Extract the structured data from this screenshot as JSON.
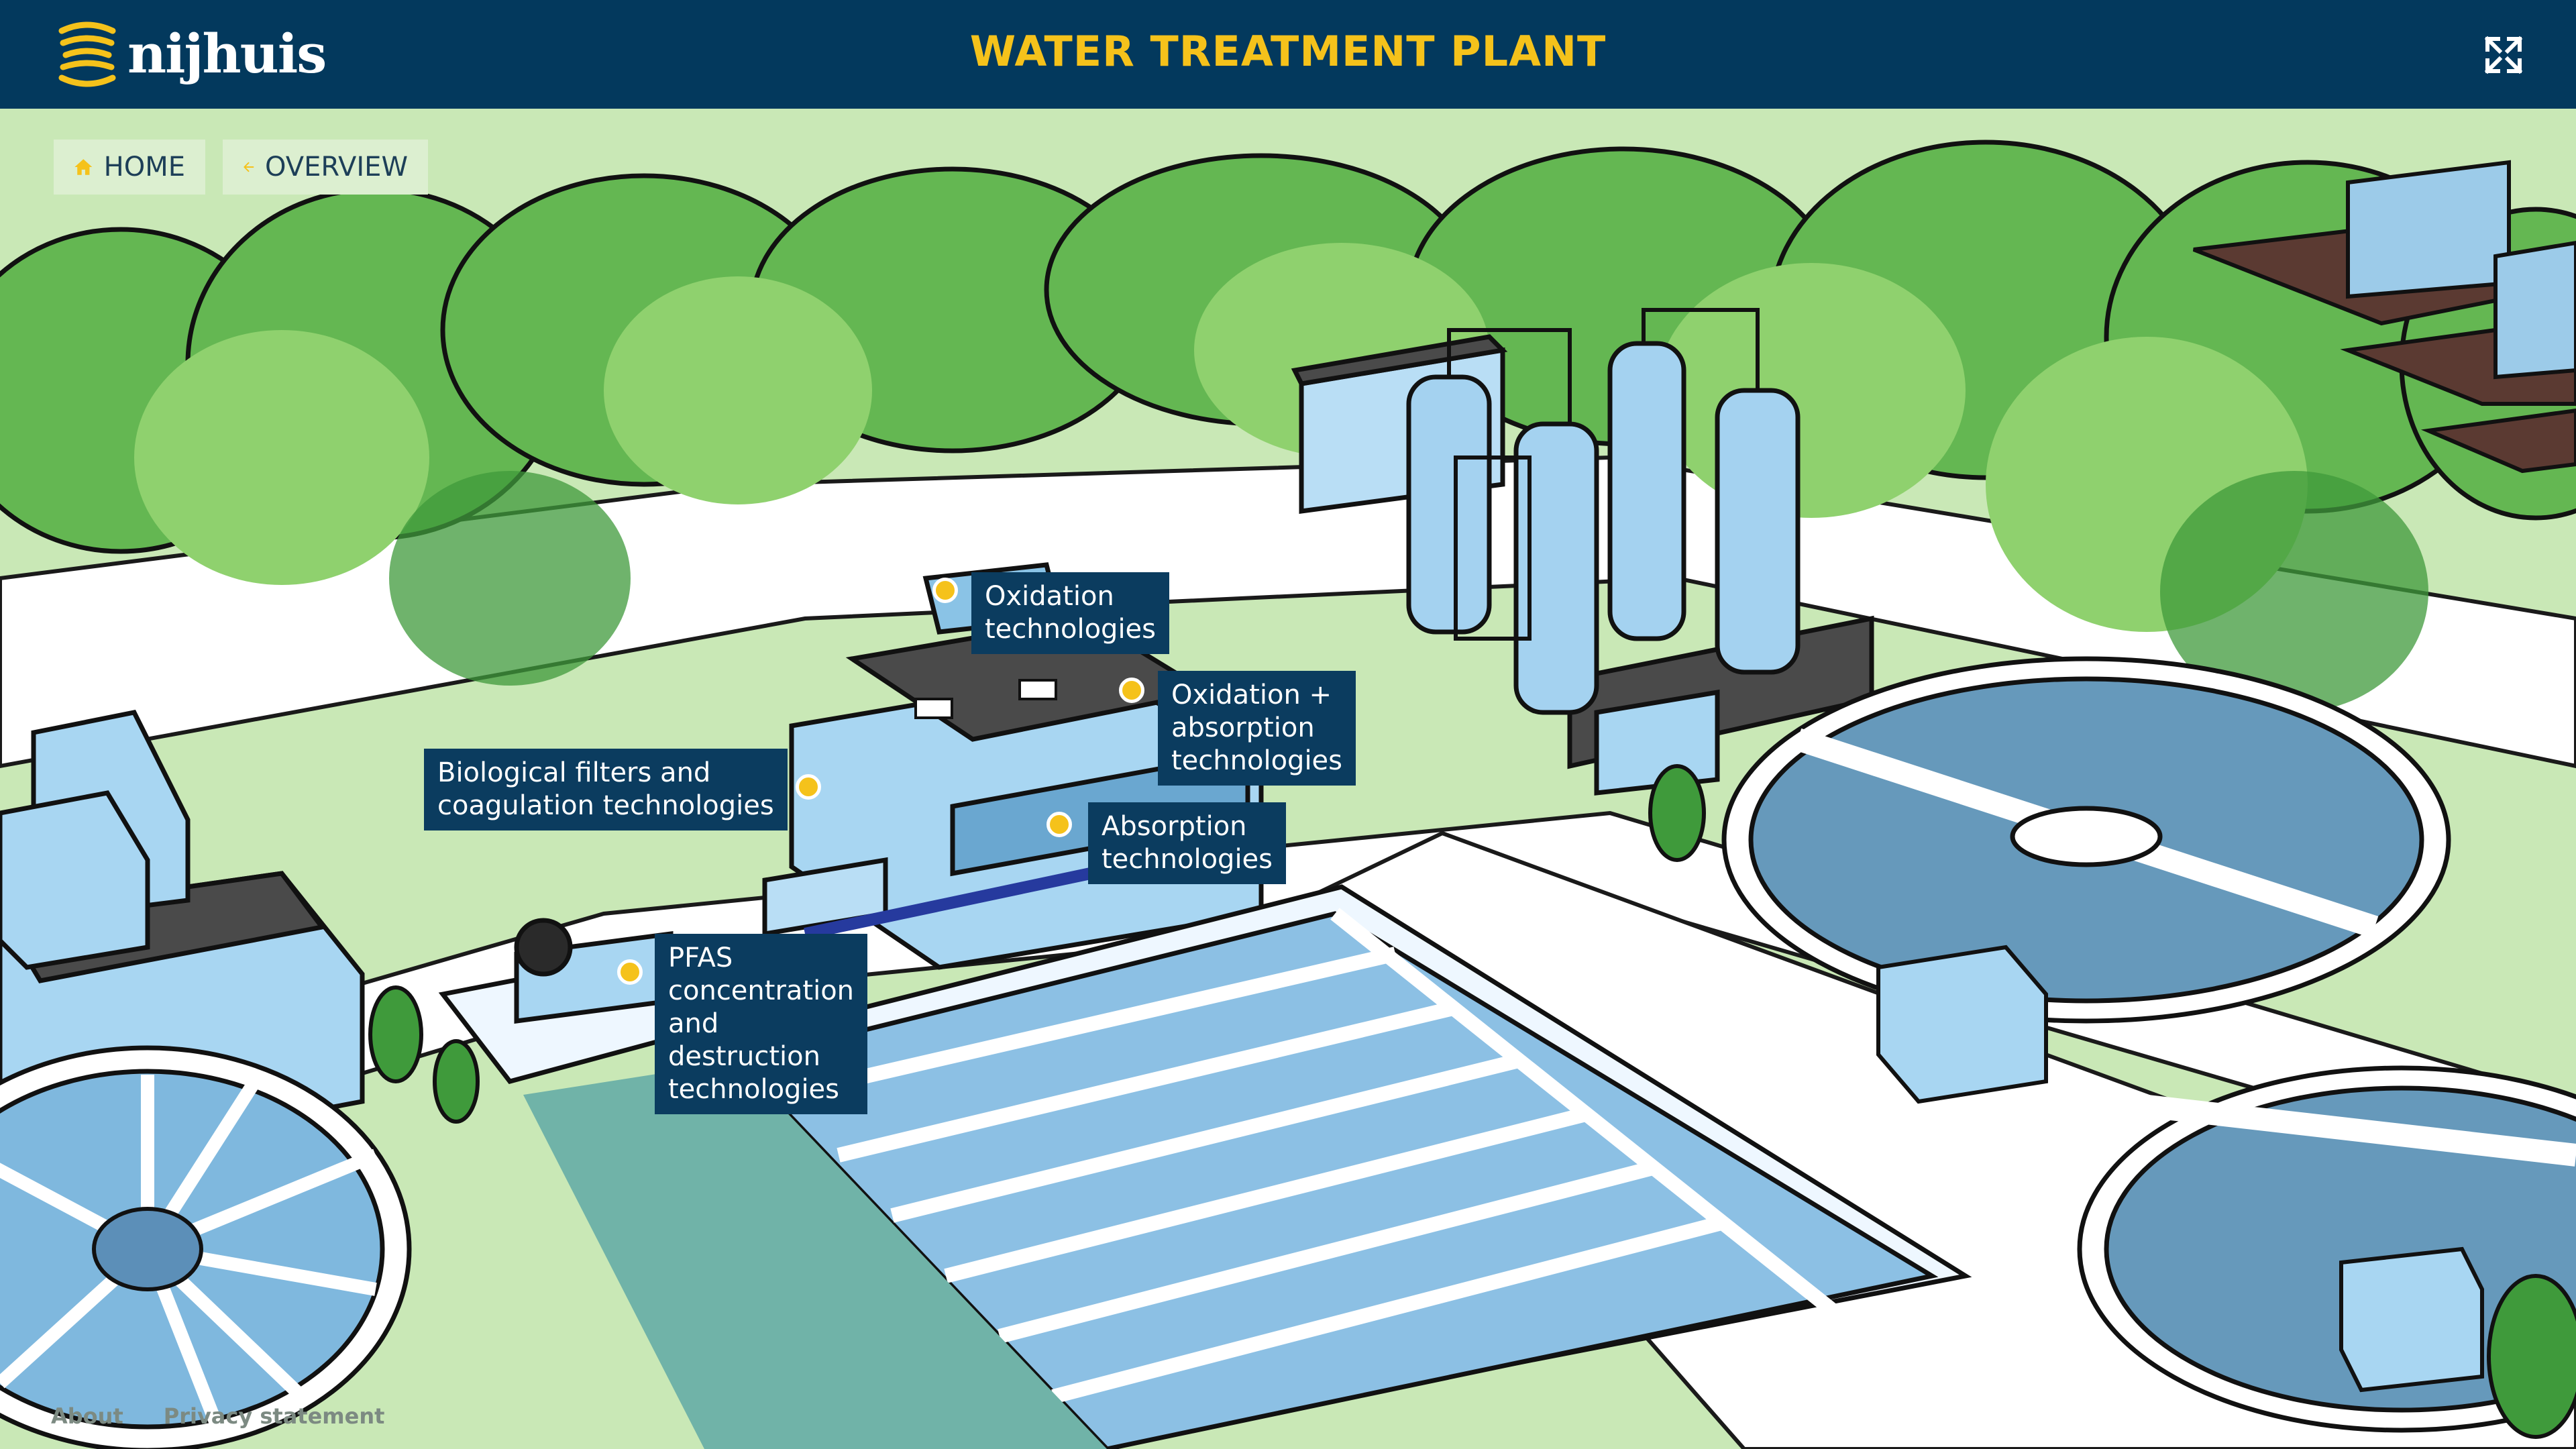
{
  "brand": {
    "name": "nijhuis"
  },
  "header": {
    "title": "WATER TREATMENT PLANT"
  },
  "nav": {
    "home_label": "HOME",
    "overview_label": "OVERVIEW"
  },
  "hotspots": [
    {
      "label": "Oxidation technologies"
    },
    {
      "label": "Oxidation + absorption technologies"
    },
    {
      "label": "Biological filters and\ncoagulation technologies"
    },
    {
      "label": "Absorption technologies"
    },
    {
      "label": "PFAS concentration and\ndestruction technologies"
    }
  ],
  "footer": {
    "about_label": "About",
    "privacy_label": "Privacy statement"
  },
  "colors": {
    "header_bg": "#03395d",
    "title": "#f5c21b",
    "label_bg": "#0b3c5f",
    "dot": "#f5c21b"
  }
}
